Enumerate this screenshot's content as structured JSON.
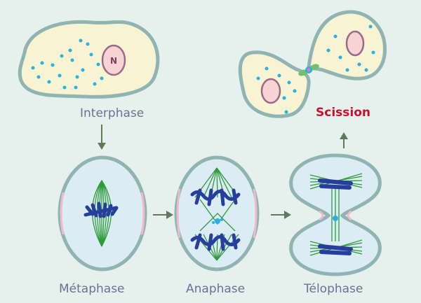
{
  "labels": {
    "interphase": "Interphase",
    "metaphase": "Métaphase",
    "anaphase": "Anaphase",
    "telophase": "Télophase",
    "scission": "Scission"
  },
  "nucleus_letter": "N",
  "colors": {
    "background": "#e6f1ee",
    "cell_fill": "#f7f3d3",
    "cell_outline": "#8fb4b1",
    "dividing_cell_fill": "#dcecf4",
    "nucleus_fill": "#f8d3d4",
    "nucleus_outline": "#9b6a8a",
    "granule": "#2bb0e0",
    "spindle": "#2e9a3a",
    "chromosome": "#263e9e",
    "centromere": "#2bb0e0",
    "membrane_pink": "#f1b9cc",
    "arrow": "#5d7a5a",
    "label_text": "#6d6f95",
    "scission_text": "#c8102e"
  }
}
